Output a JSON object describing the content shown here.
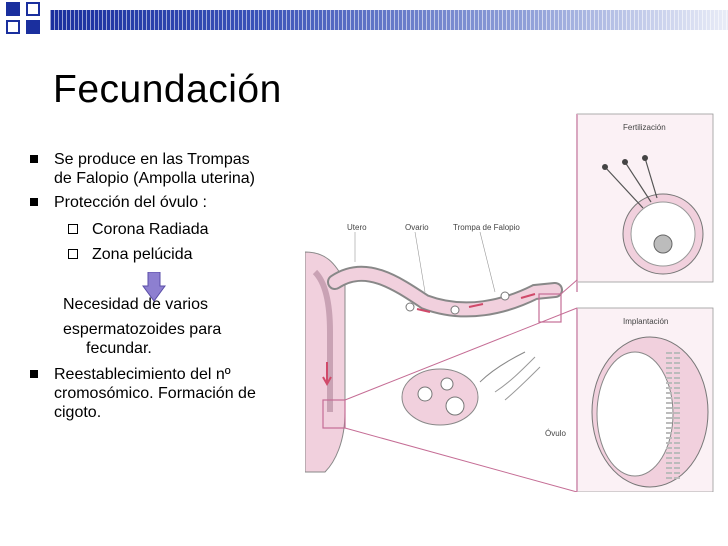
{
  "slide": {
    "title": "Fecundación",
    "bullets": [
      {
        "lines": [
          "Se produce en las Trompas",
          "de Falopio (Ampolla uterina)"
        ]
      },
      {
        "lines": [
          "Protección del óvulo :"
        ]
      }
    ],
    "sub_bullets": [
      "Corona Radiada",
      "Zona pelúcida"
    ],
    "note_lines": [
      "Necesidad de varios",
      "espermatozoides para",
      "fecundar."
    ],
    "bullet3_lines": [
      "Reestablecimiento del nº",
      "cromosómico. Formación de",
      "cigoto."
    ]
  },
  "figure": {
    "labels": {
      "utero": "Utero",
      "ovario": "Ovario",
      "trompa": "Trompa de Falopio",
      "ovulo": "Óvulo",
      "fertilizacion": "Fertilización",
      "implantacion": "Implantación"
    }
  },
  "colors": {
    "bar_dark": "#1a2f9e",
    "bar_light": "#e9ecf7",
    "accent_pink": "#d9a7c0",
    "tissue": "#f1d0dd",
    "arrow": "#8d7fd0"
  }
}
